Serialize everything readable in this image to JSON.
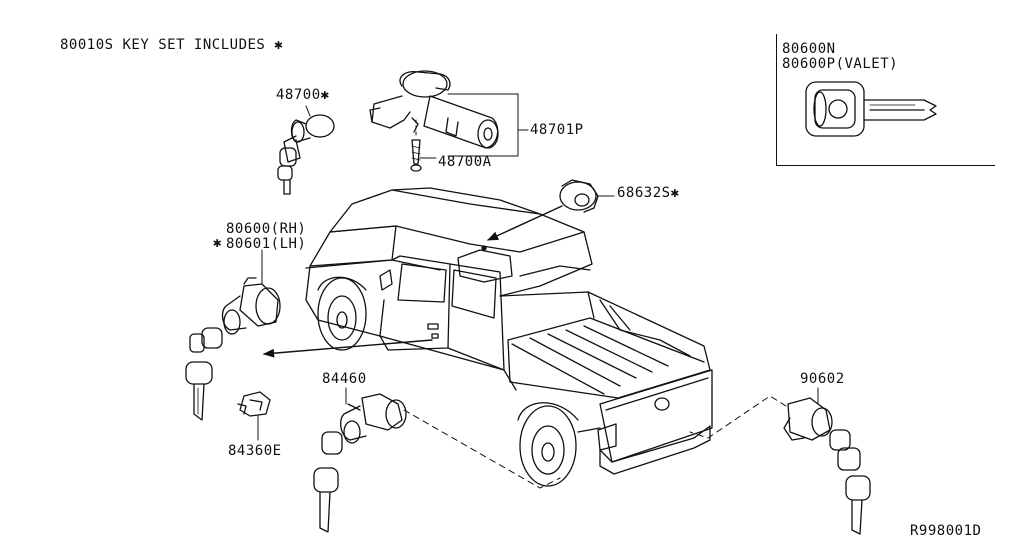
{
  "header": {
    "note": "80010S KEY SET INCLUDES ✱"
  },
  "inset": {
    "line1": "80600N",
    "line2": "80600P(VALET)"
  },
  "parts": {
    "p48700": "48700✱",
    "p48701P": "48701P",
    "p48700A": "48700A",
    "p68632S": "68632S✱",
    "p80600": "80600(RH)",
    "p80601": "80601(LH)",
    "star": "✱",
    "p84360E": "84360E",
    "p84460": "84460",
    "p90602": "90602"
  },
  "footer": {
    "ref": "R998001D"
  }
}
